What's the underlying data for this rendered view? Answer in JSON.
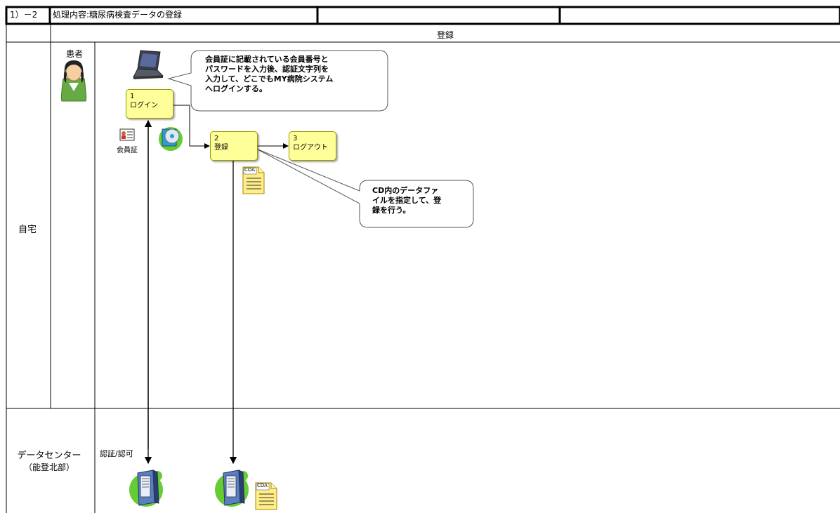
{
  "header": {
    "step_id": "1）－2",
    "process_label": "処理内容:",
    "process_title": "糖尿病検査データの登録"
  },
  "phase": {
    "label": "登録"
  },
  "lanes": {
    "home": "自宅",
    "datacenter": "データセンター",
    "datacenter_sub": "（能登北部）"
  },
  "actor": {
    "label": "患者"
  },
  "steps": [
    {
      "number": "1",
      "label": "ログイン"
    },
    {
      "number": "2",
      "label": "登録"
    },
    {
      "number": "3",
      "label": "ログアウト"
    }
  ],
  "callouts": {
    "login": [
      "会員証に記載されている会員番号と",
      "パスワードを入力後、認証文字列を",
      "入力して、どこでもMY病院システム",
      "へログインする。"
    ],
    "register": [
      "CD内のデータファ",
      "イルを指定して、登",
      "録を行う。"
    ]
  },
  "labels": {
    "member_card": "会員証",
    "auth": "認証/認可",
    "cda_doc": "CDA",
    "cda_server": "CDA"
  },
  "colors": {
    "step_fill": "#ffff99",
    "server_glow": "#66cc33",
    "person_body": "#66aa44"
  }
}
